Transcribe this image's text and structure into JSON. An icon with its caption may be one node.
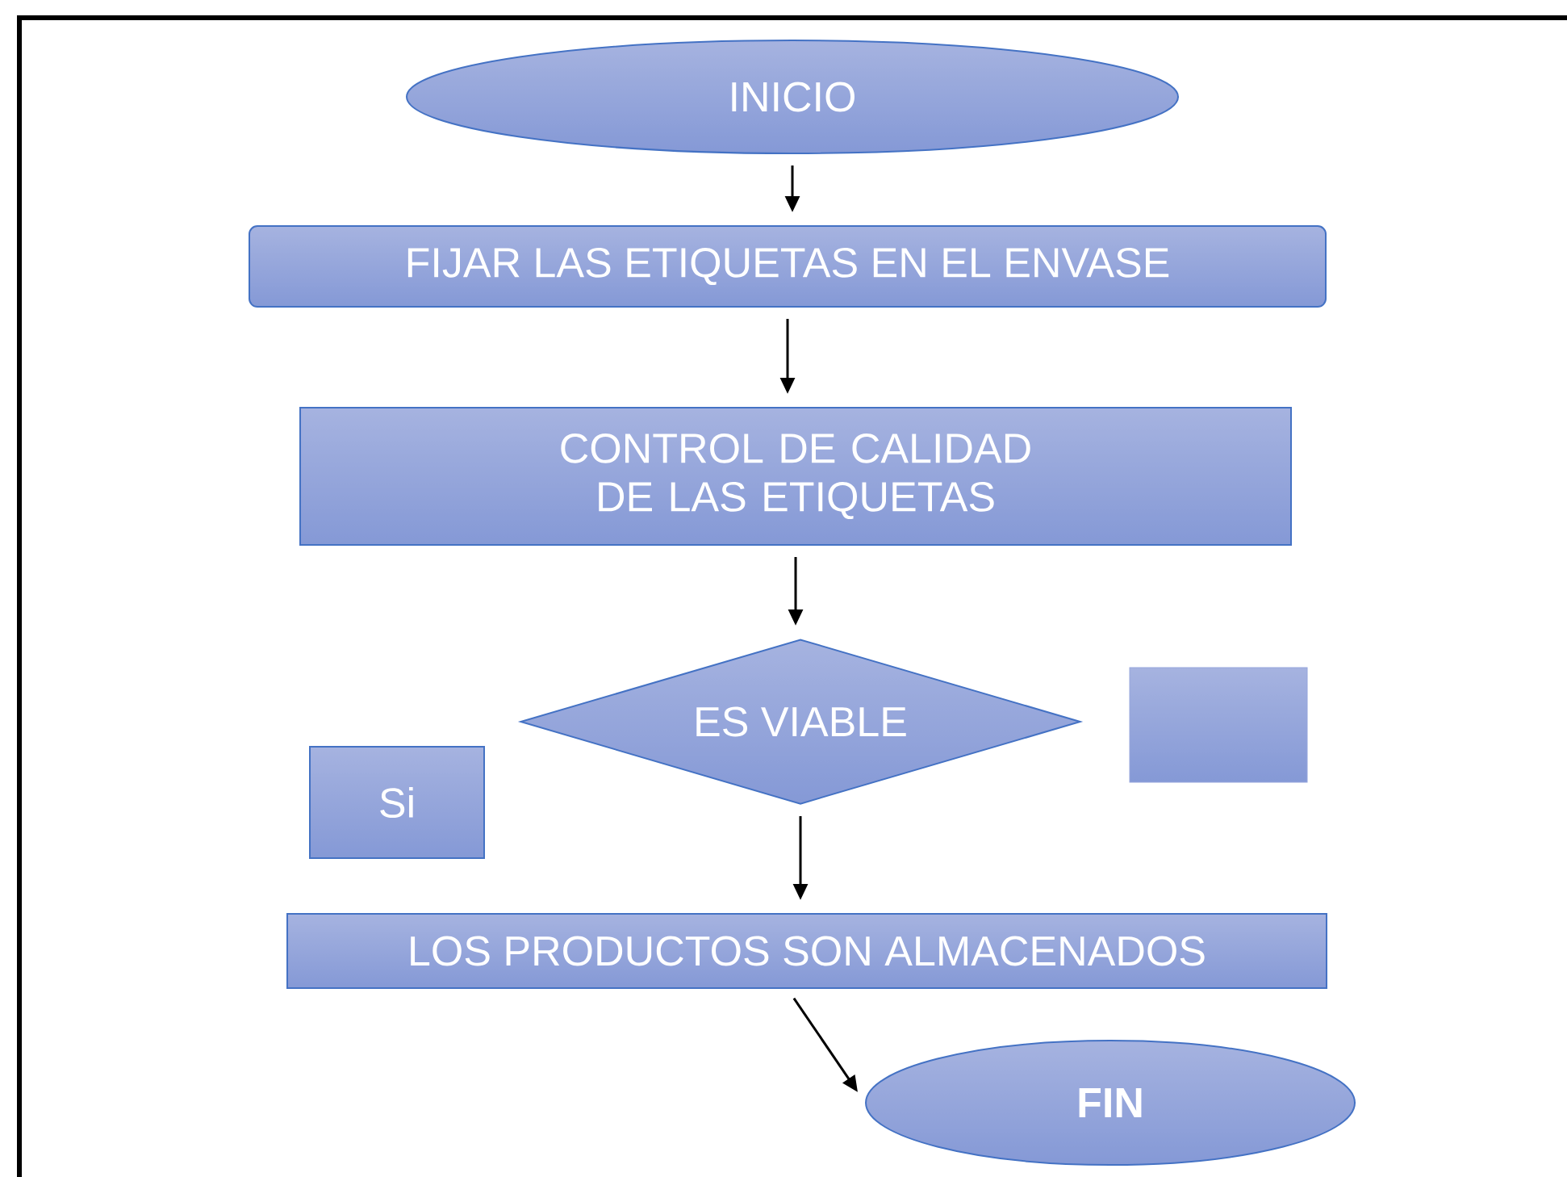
{
  "diagram": {
    "nodes": [
      {
        "text": [
          "INICIO"
        ]
      },
      {
        "text": [
          "FIJAR LAS ETIQUETAS EN EL ENVASE"
        ]
      },
      {
        "text": [
          "CONTROL DE CALIDAD DE LAS ETIQUETAS"
        ]
      },
      {
        "text": [
          "ES VIABLE"
        ]
      },
      {
        "text": [
          "Si"
        ]
      },
      {
        "text": [],
        "shape": "box"
      },
      {
        "text": [
          "LOS PRODUCTOS SON ALMACENADOS"
        ]
      },
      {
        "text": [
          "FIN"
        ]
      }
    ],
    "edges": [
      {
        "from": 0,
        "to": 1,
        "arrow": "to"
      },
      {
        "from": 1,
        "to": 2,
        "arrow": "to"
      },
      {
        "from": 2,
        "to": 3,
        "arrow": "to"
      },
      {
        "from": 3,
        "to": 6,
        "arrow": "to"
      },
      {
        "from": 6,
        "to": 7,
        "arrow": "to"
      }
    ]
  }
}
